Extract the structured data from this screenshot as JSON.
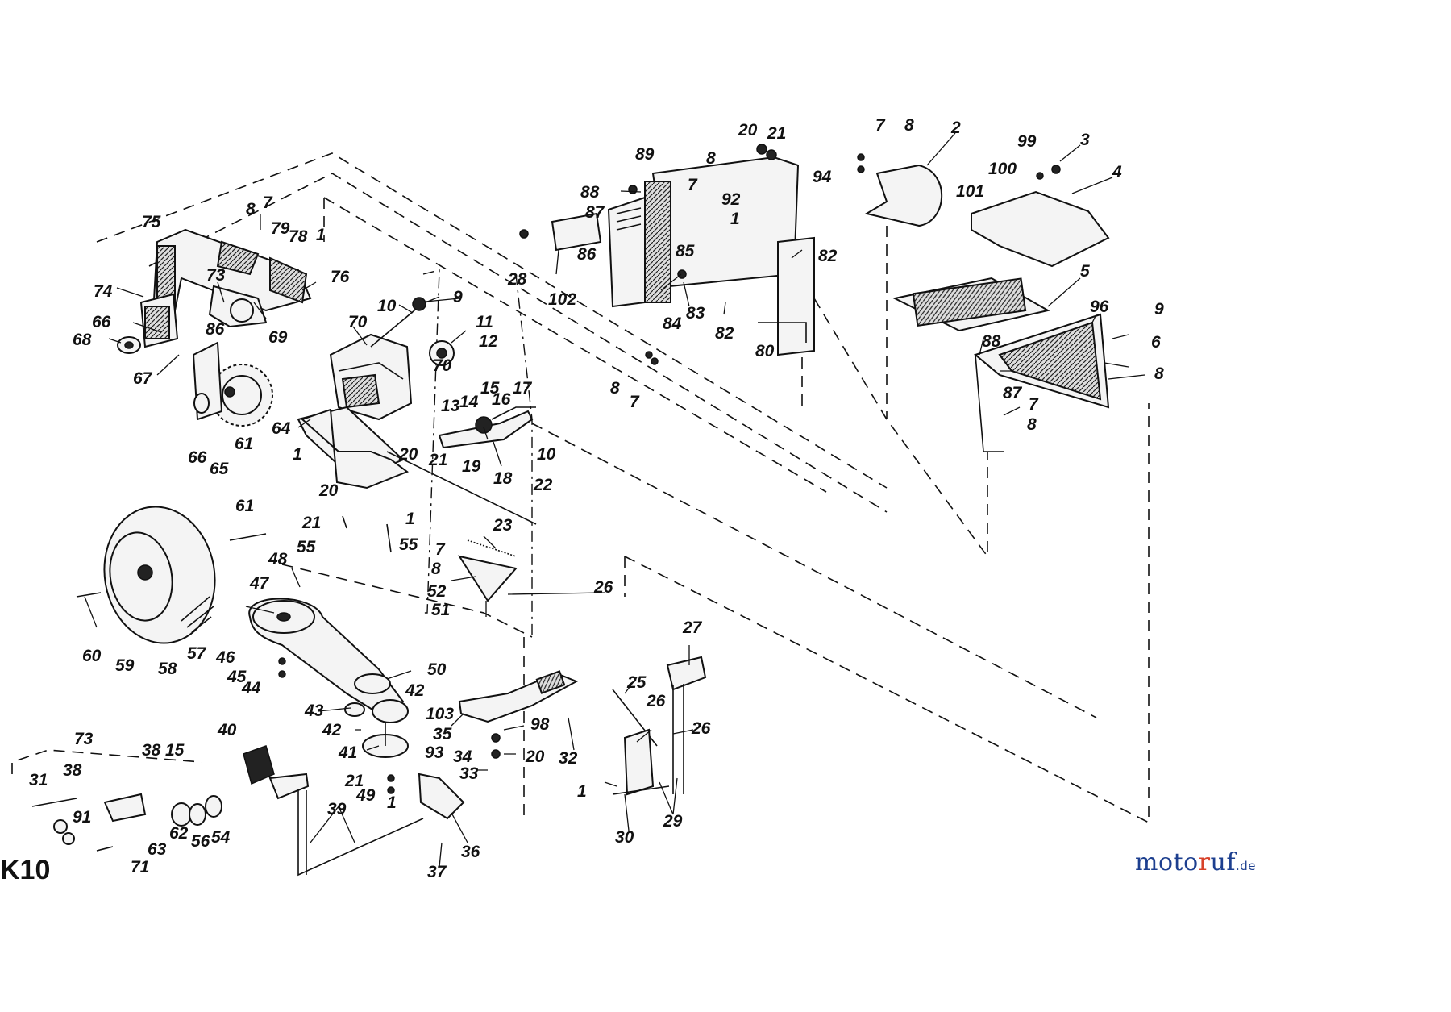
{
  "callouts": [
    "75",
    "8",
    "7",
    "79",
    "78",
    "1",
    "76",
    "74",
    "73",
    "66",
    "68",
    "86",
    "69",
    "67",
    "66",
    "65",
    "61",
    "70",
    "10",
    "9",
    "70",
    "11",
    "12",
    "64",
    "1",
    "15",
    "13",
    "14",
    "16",
    "17",
    "10",
    "20",
    "21",
    "19",
    "18",
    "20",
    "22",
    "61",
    "21",
    "55",
    "1",
    "55",
    "23",
    "7",
    "8",
    "52",
    "26",
    "51",
    "48",
    "47",
    "60",
    "59",
    "58",
    "57",
    "46",
    "45",
    "44",
    "50",
    "42",
    "43",
    "42",
    "103",
    "35",
    "98",
    "41",
    "93",
    "34",
    "20",
    "33",
    "21",
    "49",
    "1",
    "40",
    "32",
    "25",
    "26",
    "27",
    "26",
    "1",
    "29",
    "30",
    "39",
    "36",
    "37",
    "73",
    "38",
    "15",
    "31",
    "38",
    "91",
    "54",
    "56",
    "62",
    "63",
    "71",
    "20",
    "21",
    "89",
    "88",
    "87",
    "86",
    "7",
    "8",
    "92",
    "1",
    "28",
    "102",
    "85",
    "84",
    "83",
    "82",
    "8",
    "7",
    "94",
    "82",
    "80",
    "7",
    "8",
    "2",
    "99",
    "3",
    "100",
    "101",
    "4",
    "5",
    "96",
    "9",
    "6",
    "88",
    "8",
    "87",
    "7",
    "8"
  ],
  "section_id": "K10",
  "logo": {
    "text_blue": "moto",
    "text_red": "r",
    "text_blue2": "uf",
    "suffix": ".de"
  }
}
